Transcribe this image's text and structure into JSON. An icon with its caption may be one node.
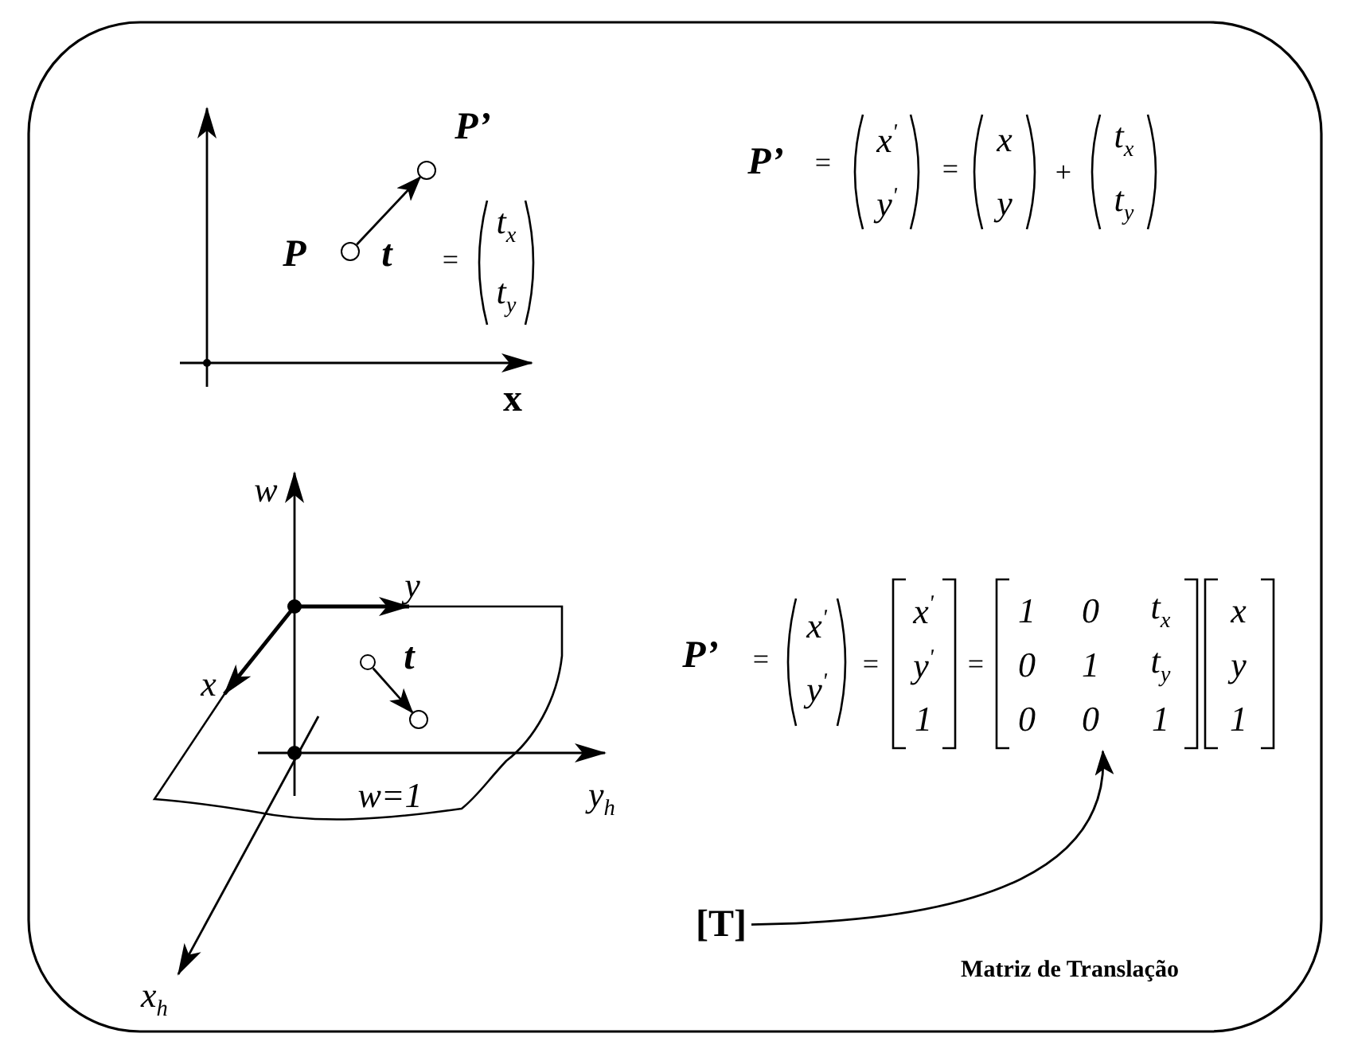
{
  "diagram": {
    "nodes": [
      {
        "text": [],
        "shape": "circle",
        "beside": [
          "P"
        ]
      },
      {
        "text": [],
        "shape": "circle",
        "beside": [
          "P’"
        ]
      },
      {
        "text": [],
        "shape": "circle"
      },
      {
        "text": [],
        "shape": "circle"
      },
      {
        "text": [
          "1",
          "0",
          "t$_{x}$",
          "0",
          "1",
          "t$_{y}$",
          "0",
          "0",
          "1"
        ]
      },
      {
        "text": [
          "[T]"
        ]
      }
    ],
    "edges": [
      {
        "from": 0,
        "to": 1,
        "arrow": "to"
      },
      {
        "from": 2,
        "to": 3,
        "arrow": "to"
      },
      {
        "from": 5,
        "to": 4,
        "arrow": "to"
      }
    ],
    "labels": [
      "t",
      "=",
      "t$_{x}$",
      "t$_{y}$",
      "x",
      "P’",
      "=",
      "x$^{'}$",
      "y$^{'}$",
      "=",
      "x",
      "y",
      "+",
      "t$_{x}$",
      "t$_{y}$",
      "w",
      "y",
      "x",
      "t",
      "w=1",
      "y$_{h}$",
      "x$_{h}$",
      "P’",
      "=",
      "x$^{'}$",
      "y$^{'}$",
      "=",
      "x$^{'}$",
      "y$^{'}$",
      "1",
      "=",
      "x",
      "y",
      "1",
      "Matriz de Translação"
    ]
  }
}
